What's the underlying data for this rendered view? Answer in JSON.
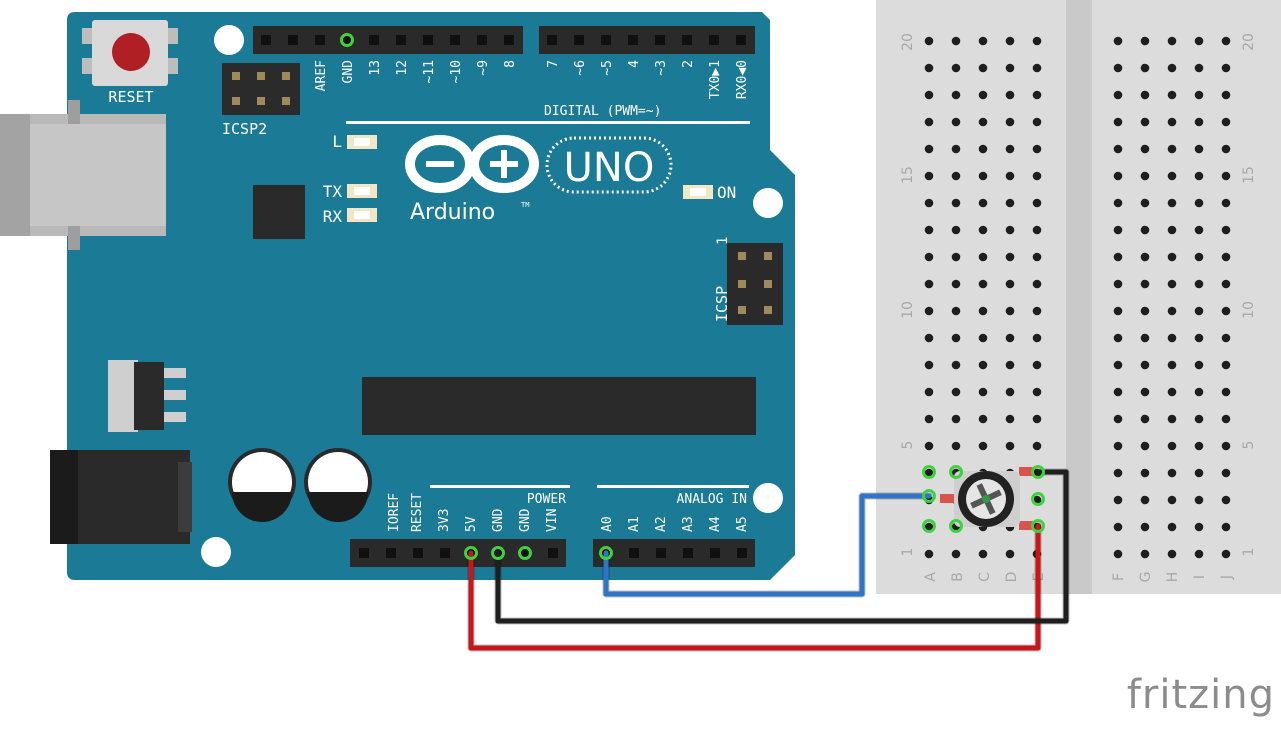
{
  "board": {
    "reset_label": "RESET",
    "icsp2_label": "ICSP2",
    "icsp_label": "ICSP",
    "icsp_pin1": "1",
    "led_l": "L",
    "led_tx": "TX",
    "led_rx": "RX",
    "on_label": "ON",
    "arduino_label": "Arduino",
    "tm": "TM",
    "uno_label": "UNO",
    "digital_label": "DIGITAL (PWM=~)",
    "power_label": "POWER",
    "analog_label": "ANALOG IN",
    "top_pins": [
      "AREF",
      "GND",
      "13",
      "12",
      "~11",
      "~10",
      "~9",
      "8",
      "7",
      "~6",
      "~5",
      "4",
      "~3",
      "2",
      "TX0▶1",
      "RX0◀0"
    ],
    "power_pins": [
      "IOREF",
      "RESET",
      "3V3",
      "5V",
      "GND",
      "GND",
      "VIN"
    ],
    "analog_pins": [
      "A0",
      "A1",
      "A2",
      "A3",
      "A4",
      "A5"
    ]
  },
  "breadboard": {
    "row_numbers": [
      "20",
      "15",
      "10",
      "5",
      "1"
    ],
    "cols_left": [
      "A",
      "B",
      "C",
      "D",
      "E"
    ],
    "cols_right": [
      "F",
      "G",
      "H",
      "I",
      "J"
    ]
  },
  "wires": [
    {
      "name": "5V",
      "color": "#c8171b"
    },
    {
      "name": "GND",
      "color": "#1f1f1f"
    },
    {
      "name": "A0",
      "color": "#2f74c6"
    }
  ],
  "brand": "fritzing"
}
